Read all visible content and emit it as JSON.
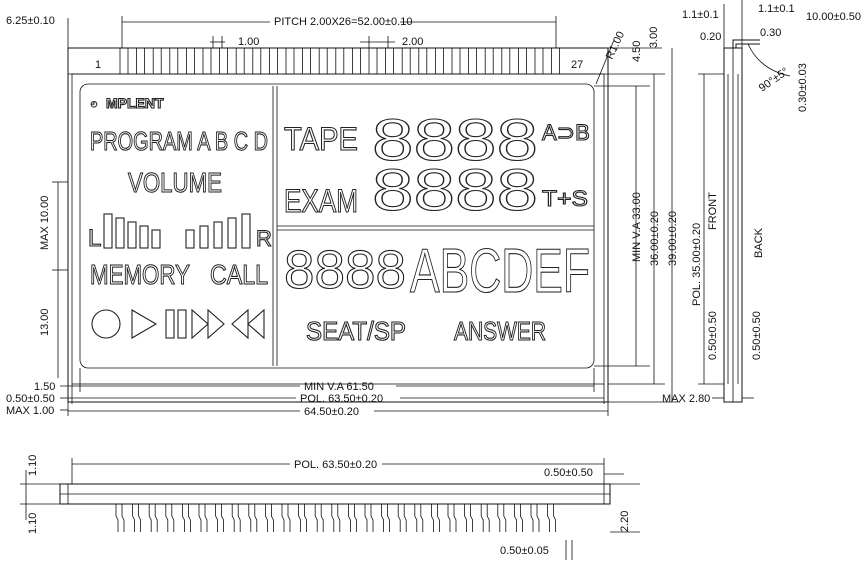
{
  "top_dims": {
    "left_offset": "6.25±0.10",
    "pitch": "PITCH 2.00X26=52.00±0.10",
    "pin_width": "1.00",
    "pin_pitch": "2.00",
    "pin_first": "1",
    "pin_last": "27",
    "radius": "R1.00",
    "top_a": "4.50",
    "top_b": "3.00"
  },
  "right_dims": {
    "min_va_h": "MIN V.A 33.00",
    "h_36": "36.00±0.20",
    "h_39": "39.00±0.20",
    "pol_h": "POL. 35.00±0.20",
    "front_label": "FRONT",
    "back_label": "BACK",
    "front_off": "0.50±0.50",
    "back_off": "0.50±0.50",
    "max_thick": "MAX 2.80"
  },
  "side_view": {
    "t1": "1.1±0.1",
    "t2": "1.1±0.1",
    "d020": "0.20",
    "d030": "0.30",
    "lead_len": "10.00±0.50",
    "lead_thick": "0.30±0.03",
    "angle": "90°±5°"
  },
  "left_dims": {
    "max10": "MAX 10.00",
    "d13": "13.00",
    "d150": "1.50",
    "d050": "0.50±0.50",
    "max1": "MAX 1.00"
  },
  "bottom_dims": {
    "min_va_w": "MIN V.A 61.50",
    "pol_w": "POL. 63.50±0.20",
    "total_w": "64.50±0.20"
  },
  "lcd_segments": {
    "logo": "MPLENT",
    "program": "PROGRAM A B C D",
    "volume": "VOLUME",
    "vol_l": "L",
    "vol_r": "R",
    "memory": "MEMORY",
    "call": "CALL",
    "tape": "TAPE",
    "exam": "EXAM",
    "a_b": "A⊃B",
    "t_s": "T+S",
    "digits_top": "8888",
    "digits_mid": "8888",
    "digits_low": "8888",
    "abcdef": "ABCDEF",
    "seat": "SEAT/SP",
    "answer": "ANSWER"
  },
  "front_view": {
    "pol_w": "POL. 63.50±0.20",
    "right_off": "0.50±0.50",
    "left_top": "1.10",
    "left_bot": "1.10",
    "right_h": "2.20",
    "pin_w": "0.50±0.05"
  }
}
